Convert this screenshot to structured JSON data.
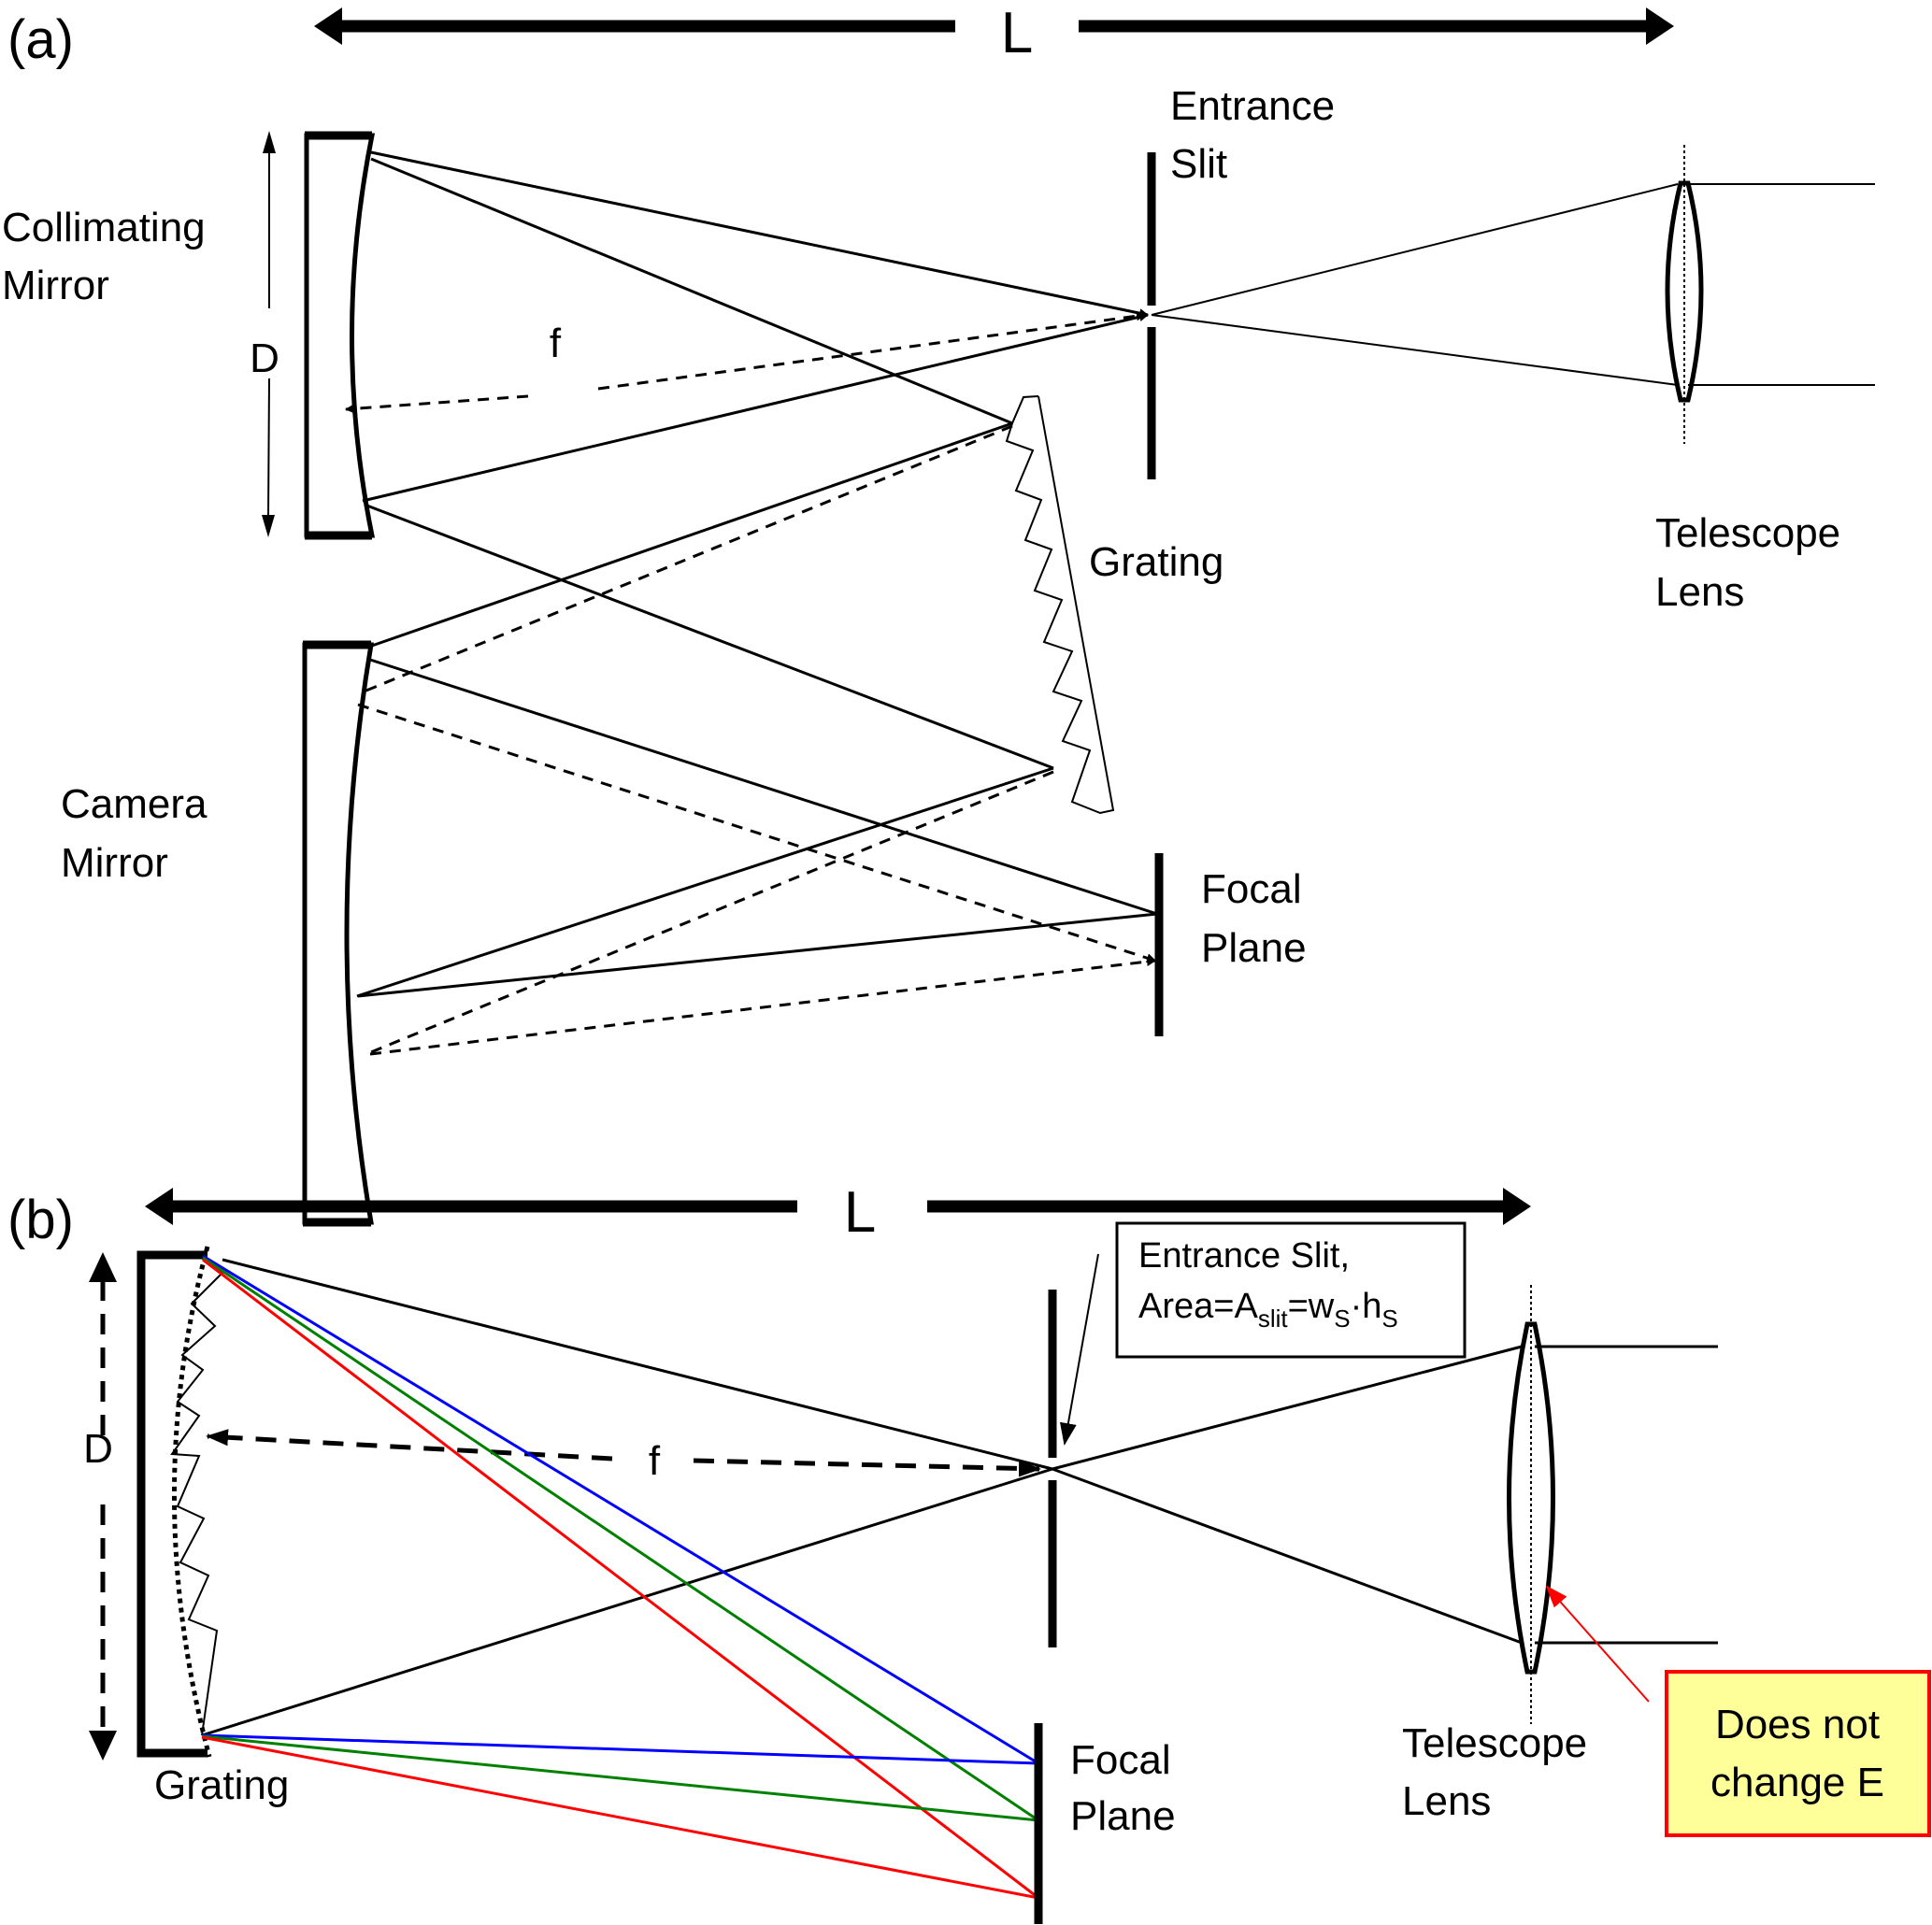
{
  "figure": {
    "panel_a": {
      "label": "(a)",
      "length_symbol": "L",
      "focal_symbol": "f",
      "diameter_symbol": "D",
      "components": {
        "collimating_mirror": [
          "Collimating",
          "Mirror"
        ],
        "entrance_slit": [
          "Entrance",
          "Slit"
        ],
        "telescope_lens": [
          "Telescope",
          "Lens"
        ],
        "grating": "Grating",
        "camera_mirror": [
          "Camera",
          "Mirror"
        ],
        "focal_plane": [
          "Focal",
          "Plane"
        ]
      }
    },
    "panel_b": {
      "label": "(b)",
      "length_symbol": "L",
      "focal_symbol": "f",
      "diameter_symbol": "D",
      "slit_callout": {
        "line1": "Entrance Slit,",
        "line2_prefix": "Area=A",
        "line2_sub1": "slit",
        "line2_mid": "=w",
        "line2_sub2": "S",
        "line2_dot": "·h",
        "line2_sub3": "S"
      },
      "note_box": [
        "Does not",
        "change E"
      ],
      "components": {
        "grating": "Grating",
        "telescope_lens": [
          "Telescope",
          "Lens"
        ],
        "focal_plane": [
          "Focal",
          "Plane"
        ]
      },
      "wavelength_colors": {
        "blue": "#0000ff",
        "green": "#008000",
        "red": "#ff0000"
      },
      "note_colors": {
        "fill": "#ffff99",
        "border": "#ff0000",
        "arrow": "#ff0000"
      }
    }
  }
}
